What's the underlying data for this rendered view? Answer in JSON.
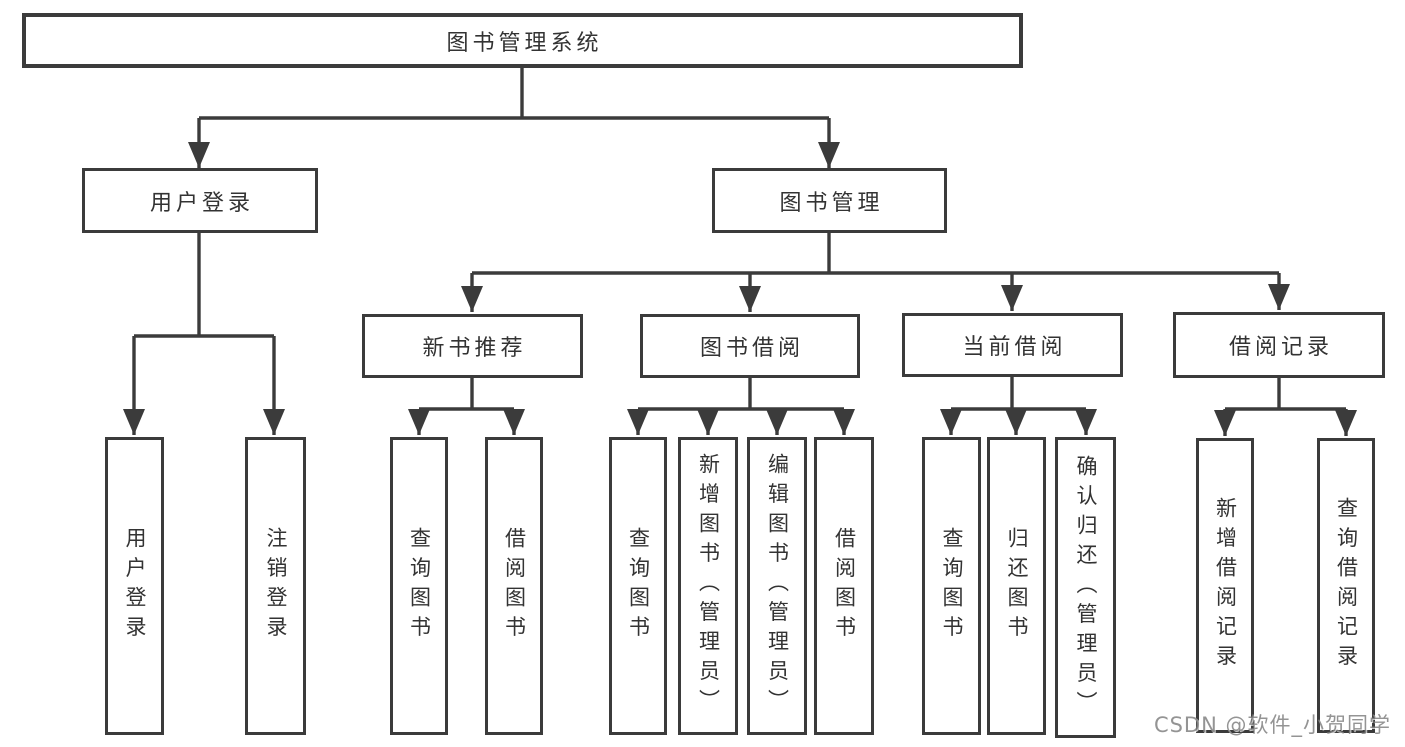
{
  "colors": {
    "background": "#ffffff",
    "line": "#3b3b3b",
    "text": "#333333",
    "watermark_text": "#7d7d7d"
  },
  "tree": {
    "root": "图书管理系统",
    "branches": [
      {
        "label": "用户登录",
        "children": [
          "用户登录",
          "注销登录"
        ]
      },
      {
        "label": "图书管理",
        "children": [
          {
            "label": "新书推荐",
            "children": [
              "查询图书",
              "借阅图书"
            ]
          },
          {
            "label": "图书借阅",
            "children": [
              "查询图书",
              "新增图书（管理员）",
              "编辑图书（管理员）",
              "借阅图书"
            ]
          },
          {
            "label": "当前借阅",
            "children": [
              "查询图书",
              "归还图书",
              "确认归还（管理员）"
            ]
          },
          {
            "label": "借阅记录",
            "children": [
              "新增借阅记录",
              "查询借阅记录"
            ]
          }
        ]
      }
    ]
  },
  "watermark": "CSDN @软件_小贺同学"
}
